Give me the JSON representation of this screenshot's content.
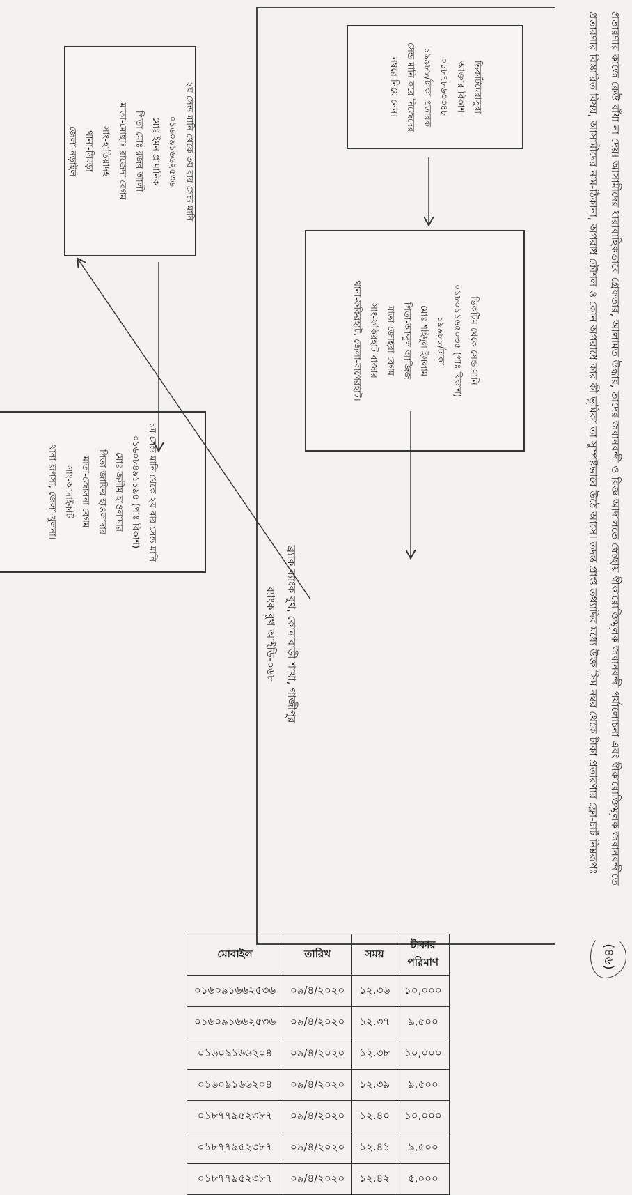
{
  "page_number": "(৪৬)",
  "paragraph": "প্রতারণার কাজে কেউ বাঁধা না দেয়। আসামীদের ধারাবাহিকভাবে গ্রেফতার, আলামত উদ্ধার, তাদের জবানবন্দী ও বিজ্ঞ আদালতে স্বেচ্ছায় স্বীকারোক্তিমূলক জবানবন্দী পর্যালোচনা এবং স্বীকারোক্তিমূলক জবানবন্দীতে প্রতারণার বিস্তারিত বিষয়, আসামীদের নাম-ঠিকানা, অপরাধ কৌশল ও কোন অপরাধে কার কী ভূমিকা তা সুস্পষ্টভাবে উঠে আসে। তদন্ত প্রাপ্ত তথ্যাদির মধ্যে উক্ত সিম নম্বর থেকে টাকা প্রতারণার ফ্লো-চার্ট নিম্নরূপঃ",
  "flow": {
    "box_a": [
      "ভিকটিমেরাসুরা",
      "আক্তার বিকাশ",
      "০১৮৭৮৬৩৩৪৮",
      "১৯৯৮৮/টাকা প্রতারক",
      "সেন্ড মানি করে নিজেদের",
      "নম্বরে নিয়ে নেন।"
    ],
    "box_b": [
      "ভিকটিম থেকে সেন্ড মানি",
      "০১৮০১১৬৫০৩৫ (পাঃ বিকাশ)",
      "১৯৯৮৮/টাকা",
      "মোঃ শহিদুল ইসলাম",
      "পিতা-আব্দুল আজিজ",
      "মাতা-জোহরা বেগম",
      "সাং-ফকিরহাট বাজার",
      "থানা-ফকিরহাট, জেলা-বাগেরহাট।"
    ],
    "box_c": [
      "১ম সেন্ড মানি থেকে ২য় বার সেন্ড মানি",
      "০১৬০৮৪৯১১৯৪ (পাঃ বিকাশ)",
      "মোঃ জসীম হাওলাদার",
      "পিতা-জাফির হাওলাদার",
      "মাতা-জোসনা বেগম",
      "সাং-আদাইকটি",
      "থানা-রূপসা, জেলা-খুলনা।"
    ],
    "box_d": [
      "২য় সেন্ড মানি থেকে ৩য় বার সেন্ড মানি",
      "০১৬০৯১৬৬২৫৩৬",
      "মোঃ ইমন প্রামানিক",
      "পিতা মোঃ রজব আলী",
      "মাতা-মোছাঃ রাজেদা বেগম",
      "সাং-হাতিয়াদহ",
      "থানা-সিংড়া",
      "জেলা-নড়াইল"
    ]
  },
  "bank": {
    "line1": "ব্র্যাক ব্যাংক বুথ, কোনাবাড়ী শাখা, গাজীপুর",
    "line2": "ব্যাংক বুথ আইডি-০৬৮"
  },
  "table": {
    "headers": [
      "মোবাইল",
      "তারিখ",
      "সময়",
      "টাকার পরিমাণ"
    ],
    "rows": [
      [
        "০১৬০৯১৬৬২৫৩৬",
        "০৯/৪/২০২০",
        "১২.৩৬",
        "১০,০০০"
      ],
      [
        "০১৬০৯১৬৬২৫৩৬",
        "০৯/৪/২০২০",
        "১২.৩৭",
        "৯,৫০০"
      ],
      [
        "০১৬০৯১৬৬২০৪",
        "০৯/৪/২০২০",
        "১২.৩৮",
        "১০,০০০"
      ],
      [
        "০১৬০৯১৬৬২০৪",
        "০৯/৪/২০২০",
        "১২.৩৯",
        "৯,৫০০"
      ],
      [
        "০১৮৭৭৯৫২৩৮৭",
        "০৯/৪/২০২০",
        "১২.৪০",
        "১০,০০০"
      ],
      [
        "০১৮৭৭৯৫২৩৮৭",
        "০৯/৪/২০২০",
        "১২.৪১",
        "৯,৫০০"
      ],
      [
        "০১৮৭৭৯৫২৩৮৭",
        "০৯/৪/২০২০",
        "১২.৪২",
        "৫,০০০"
      ]
    ]
  }
}
